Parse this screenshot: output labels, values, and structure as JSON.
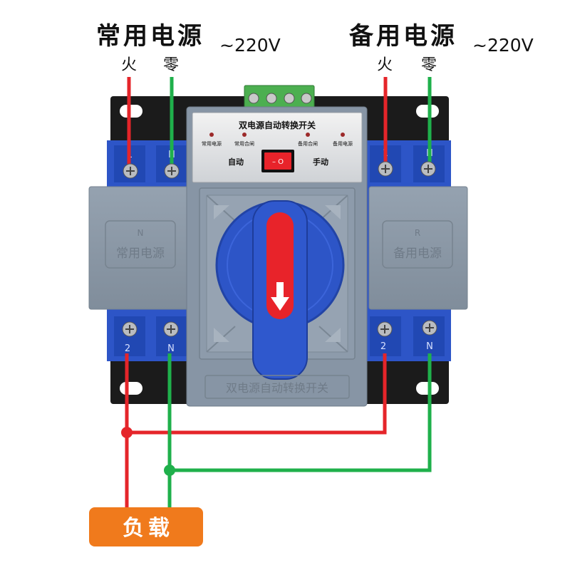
{
  "sources": {
    "primary": {
      "title": "常用电源",
      "voltage": "~220V",
      "live": "火",
      "neutral": "零"
    },
    "backup": {
      "title": "备用电源",
      "voltage": "~220V",
      "live": "火",
      "neutral": "零"
    }
  },
  "device": {
    "top_label": "双电源自动转换开关",
    "indicators": [
      "常用电源",
      "常用合闸",
      "备用合闸",
      "备用电源"
    ],
    "mode_auto": "自动",
    "mode_manual": "手动",
    "rocker_label": "– O",
    "terminals": {
      "left_top": [
        "1",
        "N"
      ],
      "right_top": [
        "1",
        "N"
      ],
      "left_bottom": [
        "2",
        "N"
      ],
      "right_bottom": [
        "2",
        "N"
      ]
    },
    "left_cover": {
      "letter": "N",
      "label": "常用电源"
    },
    "right_cover": {
      "letter": "R",
      "label": "备用电源"
    },
    "bottom_label": "双电源自动转换开关"
  },
  "load": {
    "label": "负载"
  },
  "colors": {
    "live": "#e5252a",
    "neutral": "#1fb04b",
    "load_box": "#f07a1c",
    "body_blue": "#2d55c7",
    "handle_red": "#e8232a"
  }
}
